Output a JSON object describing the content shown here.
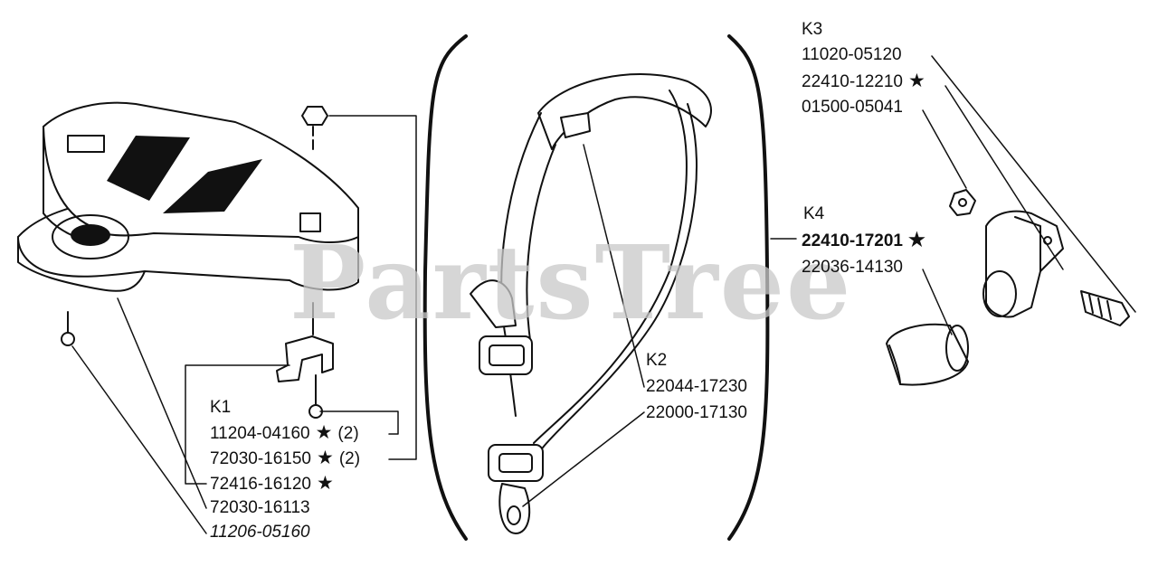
{
  "watermark": "PartsTree",
  "star_symbol": "★",
  "groups": {
    "k1": {
      "title": "K1",
      "parts": [
        {
          "number": "11204-04160",
          "starred": true,
          "qty": "(2)"
        },
        {
          "number": "72030-16150",
          "starred": true,
          "qty": "(2)"
        },
        {
          "number": "72416-16120",
          "starred": true,
          "qty": ""
        },
        {
          "number": "72030-16113",
          "starred": false,
          "qty": ""
        },
        {
          "number": "11206-05160",
          "starred": false,
          "qty": ""
        }
      ]
    },
    "k2": {
      "title": "K2",
      "parts": [
        {
          "number": "22044-17230"
        },
        {
          "number": "22000-17130"
        }
      ]
    },
    "k3": {
      "title": "K3",
      "parts": [
        {
          "number": "11020-05120",
          "starred": false
        },
        {
          "number": "22410-12210",
          "starred": true
        },
        {
          "number": "01500-05041",
          "starred": false
        }
      ]
    },
    "k4": {
      "title": "K4",
      "parts": [
        {
          "number": "22410-17201",
          "starred": true
        },
        {
          "number": "22036-14130",
          "starred": false
        }
      ]
    }
  }
}
